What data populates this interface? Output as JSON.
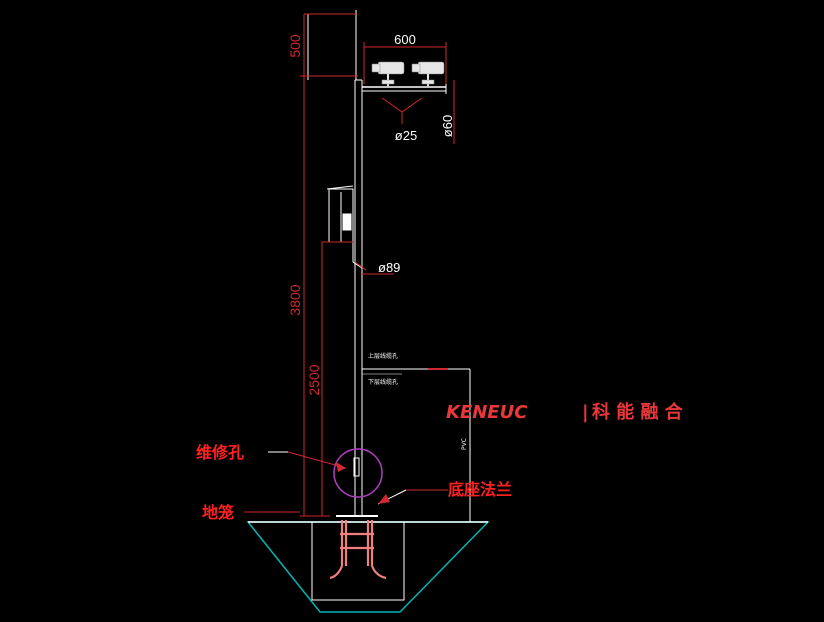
{
  "dimensions": {
    "top_height": "500",
    "pole_height": "3800",
    "box_height": "2500",
    "arm_width": "600",
    "bracket_dia": "ø25",
    "crossarm_dia": "ø60",
    "pole_dia": "ø89"
  },
  "notes": {
    "upper_label": "上层线缆孔",
    "lower_label": "下层线缆孔",
    "cable_label": "PVC"
  },
  "callouts": {
    "maintenance_hole": "维修孔",
    "base_flange": "底座法兰",
    "anchor_cage": "地笼"
  },
  "watermark": {
    "latin": "KENEUC",
    "separator": "|",
    "chinese": "科 能 融 合"
  },
  "colors": {
    "background": "#000000",
    "dimension": "#d0282e",
    "callout": "#ff2020",
    "structure": "#ffffff",
    "foundation": "#00b4b4",
    "anchor": "#f08080",
    "highlight": "#b040c0"
  }
}
